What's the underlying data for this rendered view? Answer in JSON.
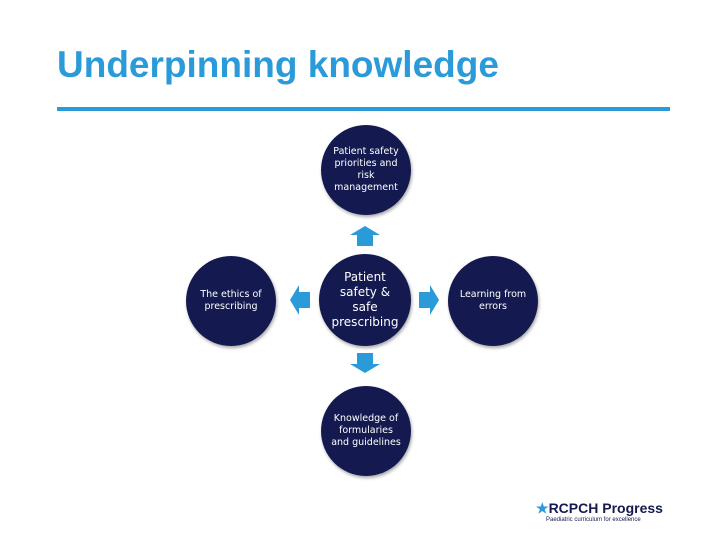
{
  "title": "Underpinning knowledge",
  "colors": {
    "accent": "#2a9ad8",
    "node": "#141a4f"
  },
  "nodes": {
    "top": "Patient safety priorities and risk management",
    "left": "The ethics of prescribing",
    "center": "Patient safety & safe prescribing",
    "right": "Learning from errors",
    "bottom": "Knowledge of formularies and guidelines"
  },
  "logo": {
    "star": "★",
    "brand": "RCPCH",
    "product": "Progress",
    "tagline": "Paediatric curriculum for excellence"
  }
}
